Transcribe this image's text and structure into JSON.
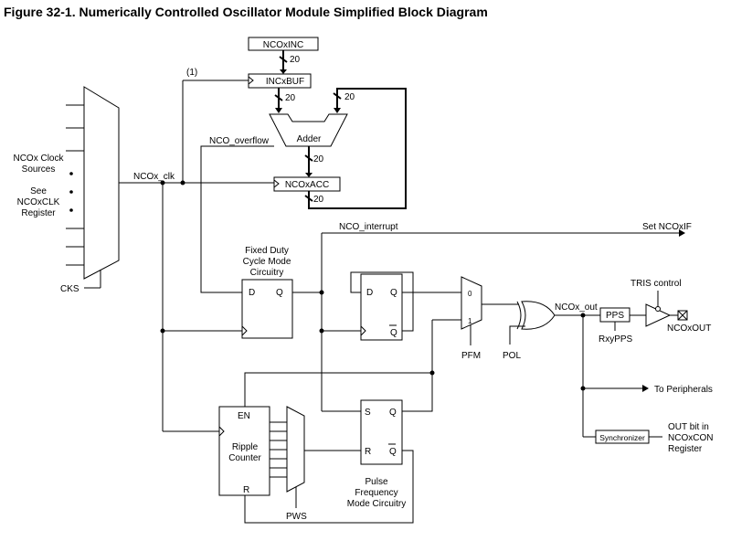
{
  "figure": {
    "title": "Figure 32-1.  Numerically Controlled Oscillator Module Simplified Block Diagram"
  },
  "mux": {
    "sources": [
      "NCOx Clock",
      "Sources",
      "See",
      "NCOxCLK",
      "Register"
    ],
    "select": "CKS"
  },
  "note_marker": "(1)",
  "clock": "NCOx_clk",
  "registers": {
    "inc": "NCOxINC",
    "incbuf": "INCxBUF",
    "acc": "NCOxACC"
  },
  "adder": "Adder",
  "bus_width": "20",
  "signals": {
    "overflow": "NCO_overflow",
    "interrupt": "NCO_interrupt",
    "interrupt_flag": "Set NCOxIF",
    "output": "NCOx_out",
    "to_peripherals": "To Peripherals"
  },
  "fdc": {
    "title": [
      "Fixed Duty",
      "Cycle Mode",
      "Circuitry"
    ]
  },
  "ff": {
    "d": "D",
    "q": "Q",
    "qbar": "Q",
    "s": "S",
    "r": "R"
  },
  "pfm": {
    "label": "PFM",
    "in0": "0",
    "in1": "1"
  },
  "pol": "POL",
  "pps": {
    "box": "PPS",
    "label": "RxyPPS"
  },
  "tris": "TRIS control",
  "pin": "NCOxOUT",
  "synchronizer": "Synchronizer",
  "out_bit": [
    "OUT bit in",
    "NCOxCON",
    "Register"
  ],
  "ripple": {
    "en": "EN",
    "label": [
      "Ripple",
      "Counter"
    ],
    "r": "R"
  },
  "pws": "PWS",
  "pulse": {
    "title": [
      "Pulse",
      "Frequency",
      "Mode Circuitry"
    ]
  }
}
